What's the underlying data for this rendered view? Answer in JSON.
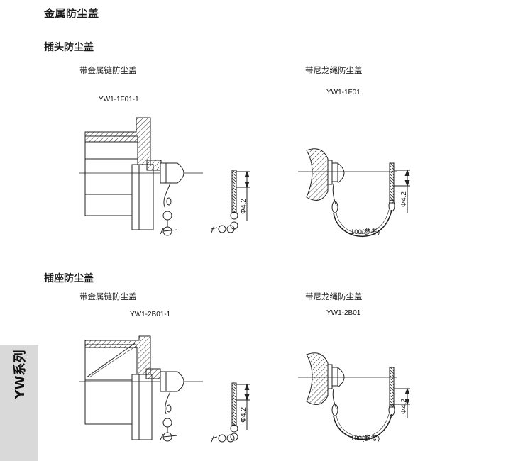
{
  "title": "金属防尘盖",
  "section_plug": {
    "heading": "插头防尘盖",
    "left": {
      "caption": "带金属链防尘盖",
      "model": "YW1-1F01-1"
    },
    "right": {
      "caption": "带尼龙绳防尘盖",
      "model": "YW1-1F01",
      "dim_length": "100(参考)",
      "dim_dia": "Φ4.2"
    }
  },
  "section_socket": {
    "heading": "插座防尘盖",
    "left": {
      "caption": "带金属链防尘盖",
      "model": "YW1-2B01-1"
    },
    "right": {
      "caption": "带尼龙绳防尘盖",
      "model": "YW1-2B01",
      "dim_length": "100(参考)",
      "dim_dia": "Φ4.2"
    }
  },
  "left_dims": {
    "plug_dia": "Φ4.2",
    "socket_dia": "Φ4.2"
  },
  "side_tab": "YW系列"
}
